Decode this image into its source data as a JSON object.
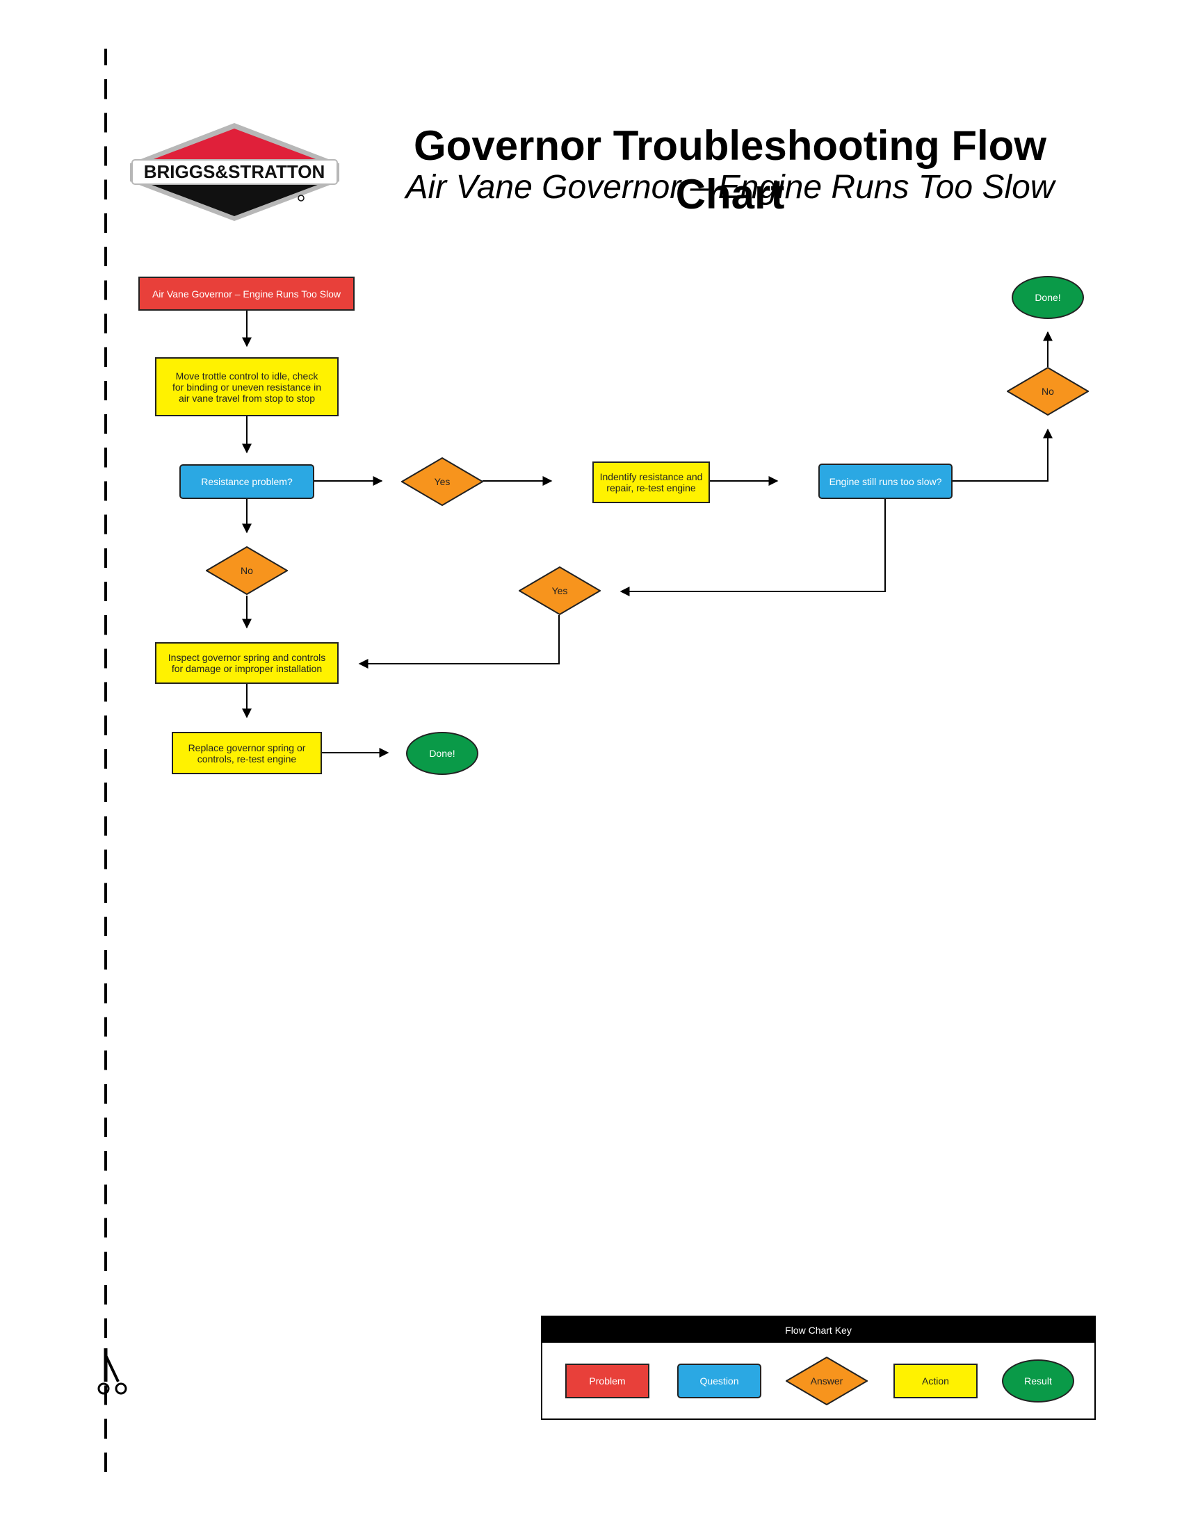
{
  "header": {
    "brand": "BRIGGS&STRATTON",
    "title": "Governor Troubleshooting Flow Chart",
    "subtitle": "Air Vane Governor – Engine Runs Too Slow"
  },
  "flowchart": {
    "problem": "Air Vane Governor – Engine Runs Too Slow",
    "action_move": "Move trottle control to idle, check for binding or uneven resistance in air vane travel from stop to stop",
    "question_resistance": "Resistance problem?",
    "answer_yes_1": "Yes",
    "action_identify": "Indentify resistance and repair, re-test engine",
    "question_still_slow": "Engine still runs too slow?",
    "answer_no_top": "No",
    "result_done_top": "Done!",
    "answer_no_left": "No",
    "answer_yes_2": "Yes",
    "action_inspect": "Inspect governor spring and controls for damage or improper installation",
    "action_replace": "Replace governor spring or controls, re-test engine",
    "result_done_bottom": "Done!"
  },
  "key": {
    "title": "Flow Chart Key",
    "problem": "Problem",
    "question": "Question",
    "answer": "Answer",
    "action": "Action",
    "result": "Result"
  },
  "colors": {
    "problem": "#e8403a",
    "question": "#2ba8e3",
    "answer": "#f7941d",
    "action": "#fff200",
    "result": "#0a9a48"
  }
}
